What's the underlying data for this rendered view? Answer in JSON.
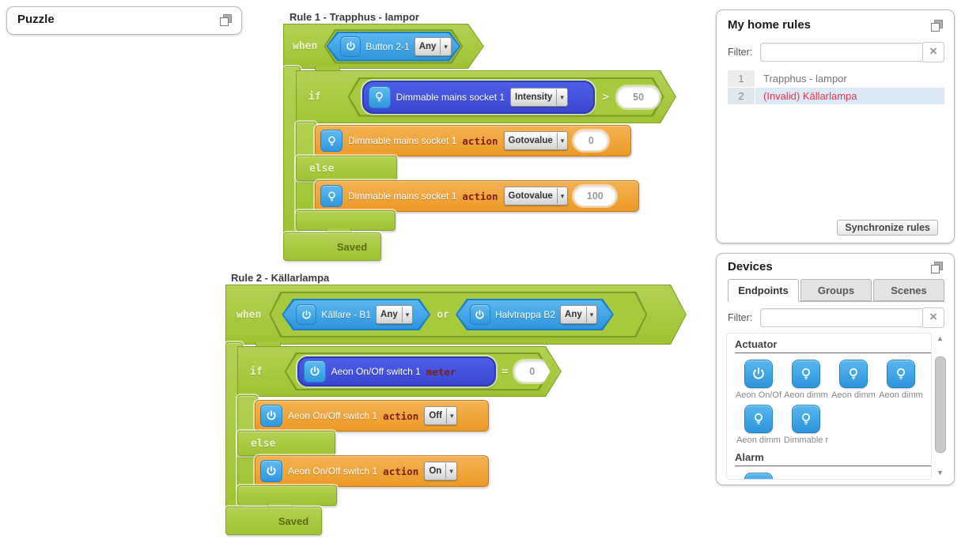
{
  "ui": {
    "dropdown_arrow": "▾",
    "clear_glyph": "×",
    "scroll_up": "▲",
    "scroll_down": "▼"
  },
  "colors": {
    "block_green": "#a6c83e",
    "block_orange": "#eea02e",
    "block_blue": "#33a1e8",
    "block_royal": "#4254da",
    "invalid_red": "#f0304e",
    "selected_row": "#dce9f6"
  },
  "puzzle_panel": {
    "title": "Puzzle"
  },
  "rule1": {
    "title": "Rule 1 - Trapphus - lampor",
    "when_label": "when",
    "trigger": {
      "device": "Button 2-1",
      "event": "Any"
    },
    "if_label": "if",
    "condition": {
      "device": "Dimmable mains socket 1",
      "property": "Intensity",
      "operator": ">",
      "value": "50"
    },
    "then_action": {
      "device": "Dimmable mains socket 1",
      "keyword": "action",
      "command": "Gotovalue",
      "value": "0"
    },
    "else_label": "else",
    "else_action": {
      "device": "Dimmable mains socket 1",
      "keyword": "action",
      "command": "Gotovalue",
      "value": "100"
    },
    "status": "Saved"
  },
  "rule2": {
    "title": "Rule 2 - Källarlampa",
    "when_label": "when",
    "trigger1": {
      "device": "Källare - B1",
      "event": "Any"
    },
    "or_label": "or",
    "trigger2": {
      "device": "Halvtrappa B2",
      "event": "Any"
    },
    "if_label": "if",
    "condition": {
      "device": "Aeon On/Off switch 1",
      "keyword": "meter",
      "operator": "=",
      "value": "0"
    },
    "then_action": {
      "device": "Aeon On/Off switch 1",
      "keyword": "action",
      "command": "Off"
    },
    "else_label": "else",
    "else_action": {
      "device": "Aeon On/Off switch 1",
      "keyword": "action",
      "command": "On"
    },
    "status": "Saved"
  },
  "rules_panel": {
    "title": "My home rules",
    "filter_label": "Filter:",
    "filter_value": "",
    "rows": [
      {
        "num": "1",
        "name": "Trapphus - lampor",
        "invalid": false
      },
      {
        "num": "2",
        "name": "(Invalid) Källarlampa",
        "invalid": true
      }
    ],
    "sync_button": "Synchronize rules"
  },
  "devices_panel": {
    "title": "Devices",
    "tabs": [
      {
        "label": "Endpoints",
        "active": true
      },
      {
        "label": "Groups",
        "active": false
      },
      {
        "label": "Scenes",
        "active": false
      }
    ],
    "filter_label": "Filter:",
    "filter_value": "",
    "sections": [
      {
        "heading": "Actuator",
        "devices": [
          {
            "label": "Aeon On/Of",
            "icon": "power-icon"
          },
          {
            "label": "Aeon dimm",
            "icon": "bulb-icon"
          },
          {
            "label": "Aeon dimm",
            "icon": "bulb-icon"
          },
          {
            "label": "Aeon dimm",
            "icon": "bulb-icon"
          },
          {
            "label": "Aeon dimm",
            "icon": "bulb-icon"
          },
          {
            "label": "Dimmable r",
            "icon": "bulb-icon"
          }
        ]
      },
      {
        "heading": "Alarm",
        "devices": [
          {
            "label": "",
            "icon": "siren-icon"
          }
        ]
      }
    ]
  }
}
